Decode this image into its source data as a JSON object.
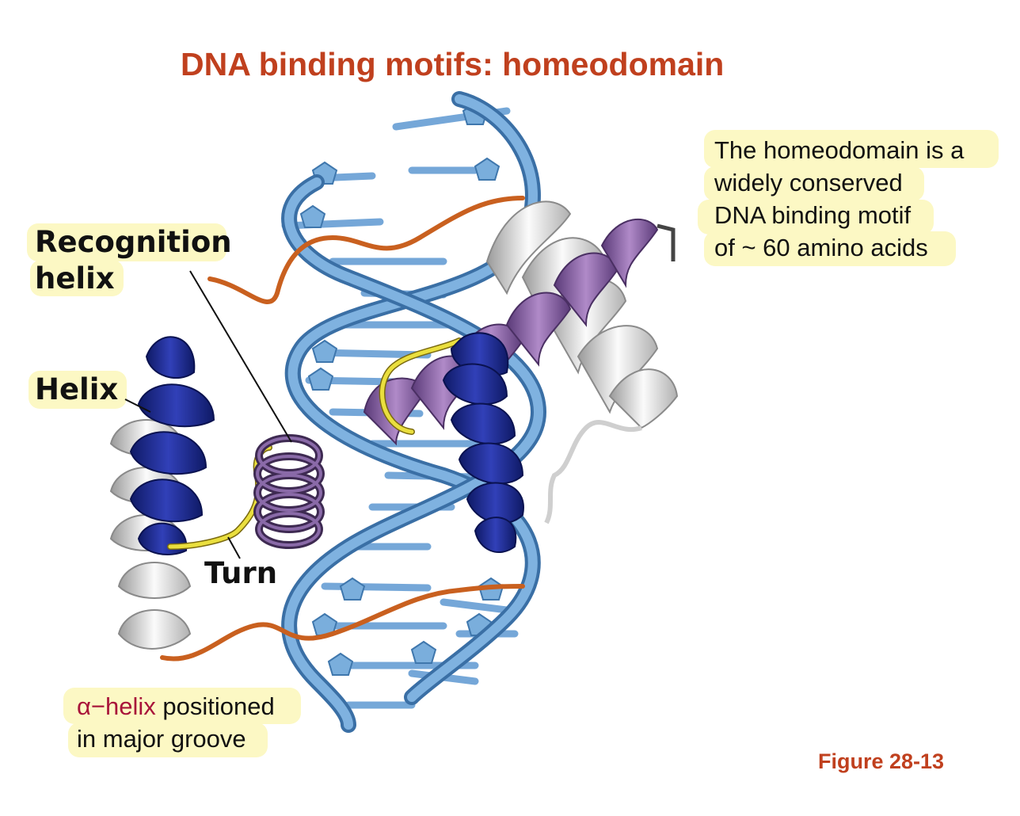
{
  "title": "DNA binding motifs: homeodomain",
  "description": {
    "lines": [
      "The homeodomain is a",
      "widely conserved",
      "DNA binding motif",
      "of ~ 60 amino acids"
    ]
  },
  "labels": {
    "recognition_helix": [
      "Recognition",
      "helix"
    ],
    "helix": "Helix",
    "turn": "Turn"
  },
  "caption": {
    "alpha": "α−helix",
    "line1_rest": " positioned",
    "line2": "in major groove"
  },
  "figure_label": "Figure 28-13",
  "colors": {
    "title": "#c0401e",
    "highlight": "#fcf8c4",
    "dna_backbone": "#5d93c9",
    "dna_bases": "#7aaedc",
    "helix_blue": "#1c2a8c",
    "helix_purple": "#7a4f95",
    "helix_dark_purple": "#4f3567",
    "coil_orange": "#d66c2a",
    "turn_yellow": "#e6d83a",
    "helix_white": "#e6e6e6"
  }
}
